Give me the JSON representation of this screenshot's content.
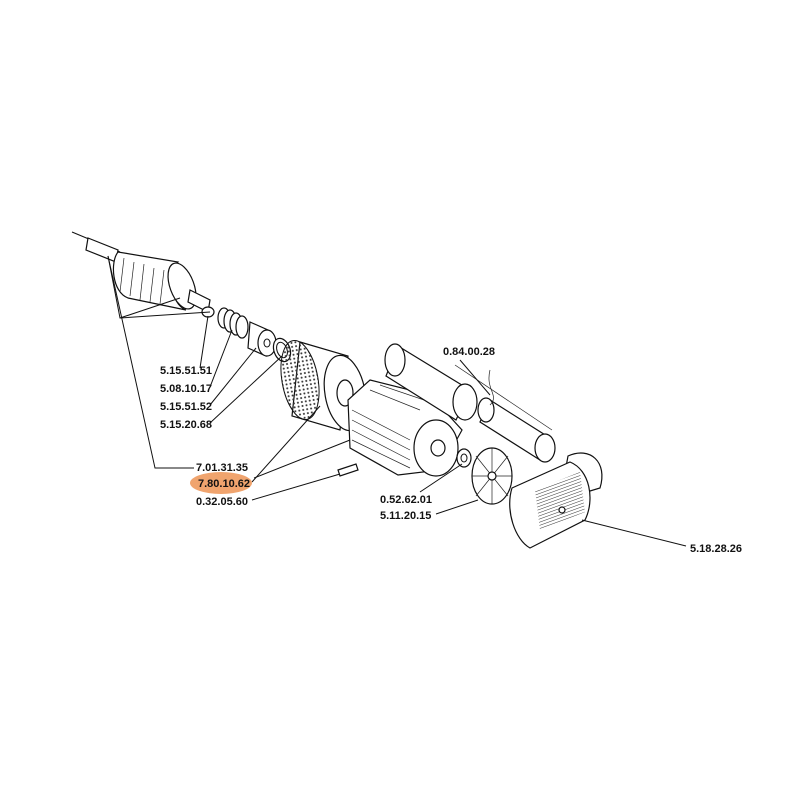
{
  "diagram": {
    "highlight_color": "#F0A46E",
    "highlighted_part": "7.80.10.62",
    "parts": [
      {
        "id": "p1",
        "label": "5.15.51.51"
      },
      {
        "id": "p2",
        "label": "5.08.10.17"
      },
      {
        "id": "p3",
        "label": "5.15.51.52"
      },
      {
        "id": "p4",
        "label": "5.15.20.68"
      },
      {
        "id": "p5",
        "label": "7.01.31.35"
      },
      {
        "id": "p6",
        "label": "7.80.10.62"
      },
      {
        "id": "p7",
        "label": "0.32.05.60"
      },
      {
        "id": "p8",
        "label": "0.84.00.28"
      },
      {
        "id": "p9",
        "label": "0.52.62.01"
      },
      {
        "id": "p10",
        "label": "5.11.20.15"
      },
      {
        "id": "p11",
        "label": "5.18.28.26"
      }
    ]
  }
}
